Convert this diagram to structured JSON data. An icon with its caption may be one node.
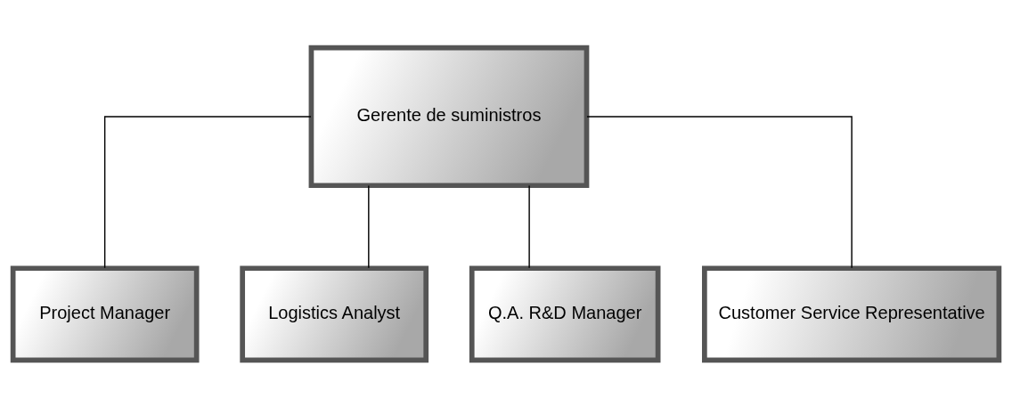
{
  "diagram": {
    "nodes": [
      {
        "text": [
          "Gerente de suministros"
        ]
      },
      {
        "text": [
          "Project Manager"
        ]
      },
      {
        "text": [
          "Logistics Analyst"
        ]
      },
      {
        "text": [
          "Q.A. R&D Manager"
        ]
      },
      {
        "text": [
          "Customer Service Representative"
        ]
      }
    ],
    "edges": [
      {
        "from": 0,
        "to": 1,
        "arrow": "none"
      },
      {
        "from": 0,
        "to": 2,
        "arrow": "none"
      },
      {
        "from": 0,
        "to": 3,
        "arrow": "none"
      },
      {
        "from": 0,
        "to": 4,
        "arrow": "none"
      }
    ]
  }
}
